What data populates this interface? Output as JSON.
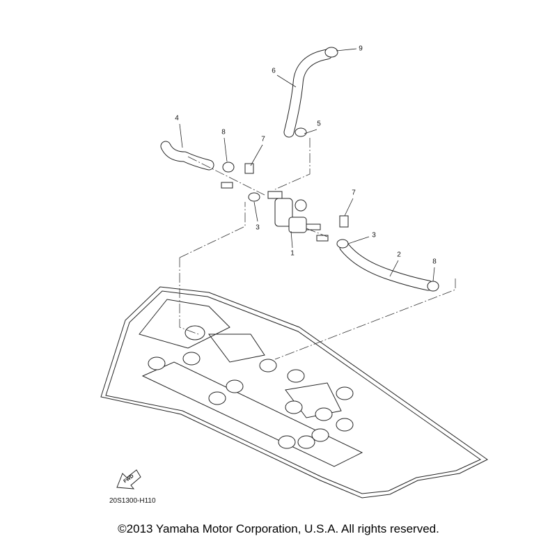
{
  "diagram": {
    "callouts": [
      {
        "id": "c9",
        "label": "9"
      },
      {
        "id": "c6",
        "label": "6"
      },
      {
        "id": "c5",
        "label": "5"
      },
      {
        "id": "c4",
        "label": "4"
      },
      {
        "id": "c8a",
        "label": "8"
      },
      {
        "id": "c7a",
        "label": "7"
      },
      {
        "id": "c3a",
        "label": "3"
      },
      {
        "id": "c1",
        "label": "1"
      },
      {
        "id": "c7b",
        "label": "7"
      },
      {
        "id": "c3b",
        "label": "3"
      },
      {
        "id": "c2",
        "label": "2"
      },
      {
        "id": "c8b",
        "label": "8"
      }
    ],
    "fwd_label": "FWD",
    "drawing_code": "20S1300-H110"
  },
  "footer": {
    "copyright": "©2013 Yamaha Motor Corporation, U.S.A. All rights reserved."
  }
}
